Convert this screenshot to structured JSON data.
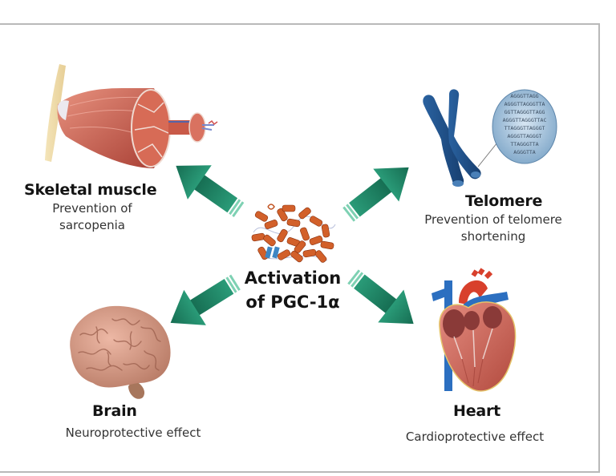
{
  "diagram": {
    "center": {
      "line1": "Activation",
      "line2": "of PGC-1α",
      "icon": "protein-structure-icon"
    },
    "targets": [
      {
        "id": "skeletal-muscle",
        "title": "Skeletal muscle",
        "effect_lines": [
          "Prevention of",
          "sarcopenia"
        ],
        "icon": "muscle-fiber-icon"
      },
      {
        "id": "telomere",
        "title": "Telomere",
        "effect_lines": [
          "Prevention of telomere",
          "shortening"
        ],
        "icon": "chromosome-icon"
      },
      {
        "id": "brain",
        "title": "Brain",
        "effect_lines": [
          "Neuroprotective effect"
        ],
        "icon": "brain-icon"
      },
      {
        "id": "heart",
        "title": "Heart",
        "effect_lines": [
          "Cardioprotective effect"
        ],
        "icon": "heart-icon"
      }
    ],
    "telomere_sequence_lines": [
      "AGGGTTAGG",
      "AGGGTTAGGGTTA",
      "GGTTAGGGTTAGG",
      "AGGGTTAGGGTTAC",
      "TTAGGGTTAGGGT",
      "AGGGTTAGGGT",
      "TTAGGGTTA",
      "AGGGTTA"
    ],
    "colors": {
      "arrow": "#1f8a6a",
      "arrow_light": "#4fb896",
      "frame": "#b9b9b9",
      "muscle": "#c8584a",
      "chromosome": "#1f4f86",
      "brain": "#d79a86",
      "protein": "#d2602a"
    }
  }
}
